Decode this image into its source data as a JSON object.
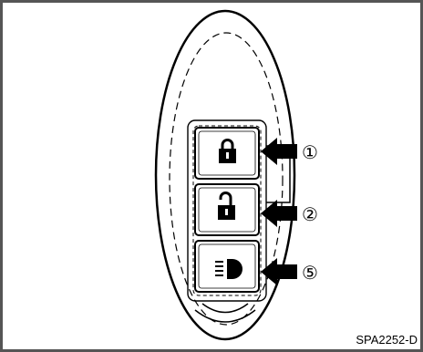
{
  "figure": {
    "caption": "SPA2252-D",
    "callouts": [
      "①",
      "②",
      "⑤"
    ]
  },
  "buttons": [
    {
      "id": "lock",
      "icon": "lock-icon"
    },
    {
      "id": "unlock",
      "icon": "unlock-icon"
    },
    {
      "id": "headlight",
      "icon": "headlight-icon"
    }
  ],
  "colors": {
    "line": "#000000",
    "background": "#ffffff",
    "frame": "#555555"
  }
}
